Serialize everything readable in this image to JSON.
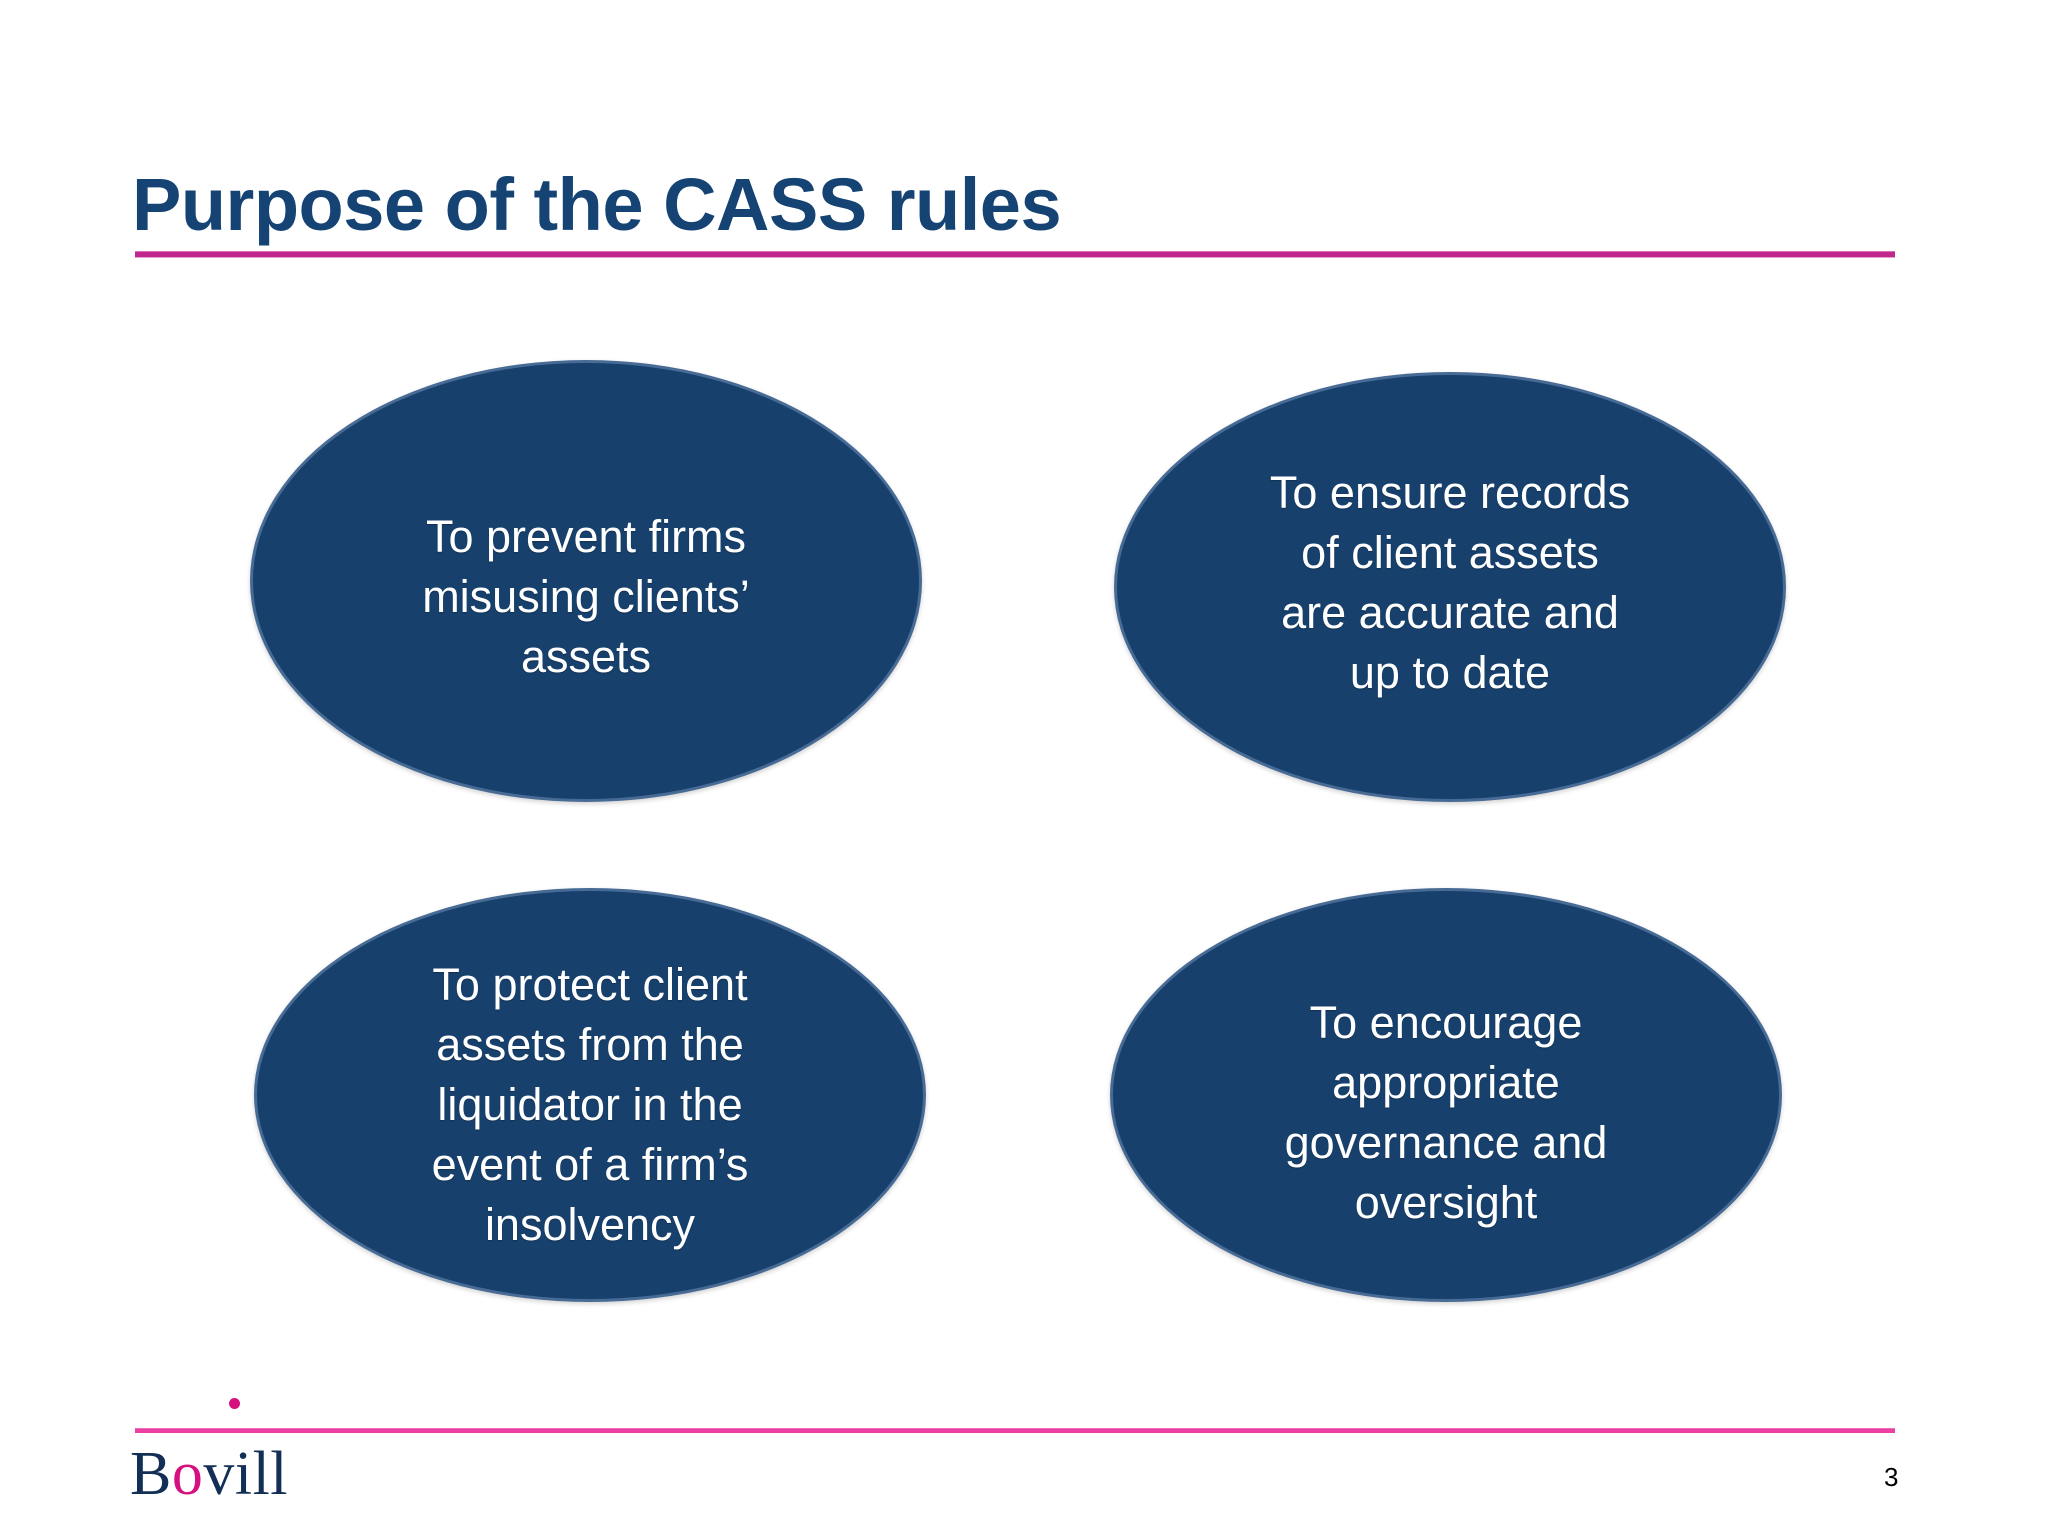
{
  "slide": {
    "title": "Purpose of the CASS rules",
    "page_number": "3",
    "colors": {
      "title_navy": "#144374",
      "ellipse_fill": "#17406D",
      "ellipse_border": "#476B95",
      "ellipse_text": "#FFFFFF",
      "header_rule_magenta": "#C1288E",
      "footer_rule_pink": "#EC3FA4",
      "logo_navy": "#142F55",
      "logo_magenta": "#D6117F",
      "background": "#FFFFFF"
    },
    "ellipses": [
      {
        "id": "prevent-misuse",
        "text": "To prevent firms\nmisusing clients’\nassets"
      },
      {
        "id": "accurate-records",
        "text": "To ensure records\nof client assets\nare accurate and\nup to date"
      },
      {
        "id": "protect-from-liquidator",
        "text": "To protect client\nassets from the\nliquidator in the\nevent of a firm’s\ninsolvency"
      },
      {
        "id": "governance-oversight",
        "text": "To encourage\nappropriate\ngovernance and\noversight"
      }
    ],
    "logo": {
      "lead": "B",
      "accent_letter": "o",
      "tail": "vill",
      "full_text": "Bovill"
    }
  }
}
